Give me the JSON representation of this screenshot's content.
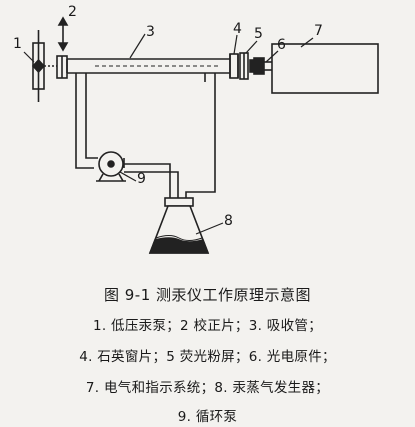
{
  "figure": {
    "labels": [
      "1",
      "2",
      "3",
      "4",
      "5",
      "6",
      "7",
      "8",
      "9"
    ],
    "title": "图 9-1   测汞仪工作原理示意图",
    "legend": [
      "1. 低压汞泵；2 校正片；3. 吸收管；",
      "4. 石英窗片；5 荧光粉屏；6. 光电原件；",
      "7. 电气和指示系统；8. 汞蒸气发生器；",
      "9. 循环泵"
    ]
  }
}
